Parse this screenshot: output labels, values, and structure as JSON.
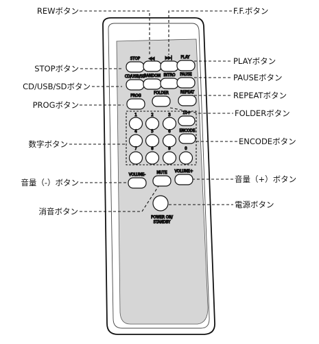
{
  "callouts": {
    "rew": "REWボタン",
    "ff": "F.F.ボタン",
    "stop": "STOPボタン",
    "cd_usb_sd": "CD/USB/SDボタン",
    "prog": "PROGボタン",
    "numeric": "数字ボタン",
    "volume_down": "音量（-）ボタン",
    "mute": "消音ボタン",
    "play": "PLAYボタン",
    "pause": "PAUSEボタン",
    "repeat": "REPEATボタン",
    "folder": "FOLDERボタン",
    "encode": "ENCODEボタン",
    "volume_up": "音量（+）ボタン",
    "power": "電源ボタン"
  },
  "remote": {
    "stop": "STOP",
    "rew": "◀◀",
    "ff": "▶▶|",
    "play": "PLAY",
    "cd_usb_sd": "CD/USB/SD",
    "random": "RANDOM",
    "intro": "INTRO",
    "pause": "PAUSE",
    "prog": "PROG",
    "folder": "FOLDER",
    "repeat": "REPEAT",
    "ten_plus": "10+",
    "encode": "ENCODE",
    "volume_down": "VOLUME-",
    "mute": "MUTE",
    "volume_up": "VOLUME+",
    "power_line1": "POWER ON/",
    "power_line2": "STANDBY",
    "digits": [
      "1",
      "2",
      "3",
      "4",
      "5",
      "6",
      "7",
      "8",
      "9",
      "0"
    ]
  }
}
